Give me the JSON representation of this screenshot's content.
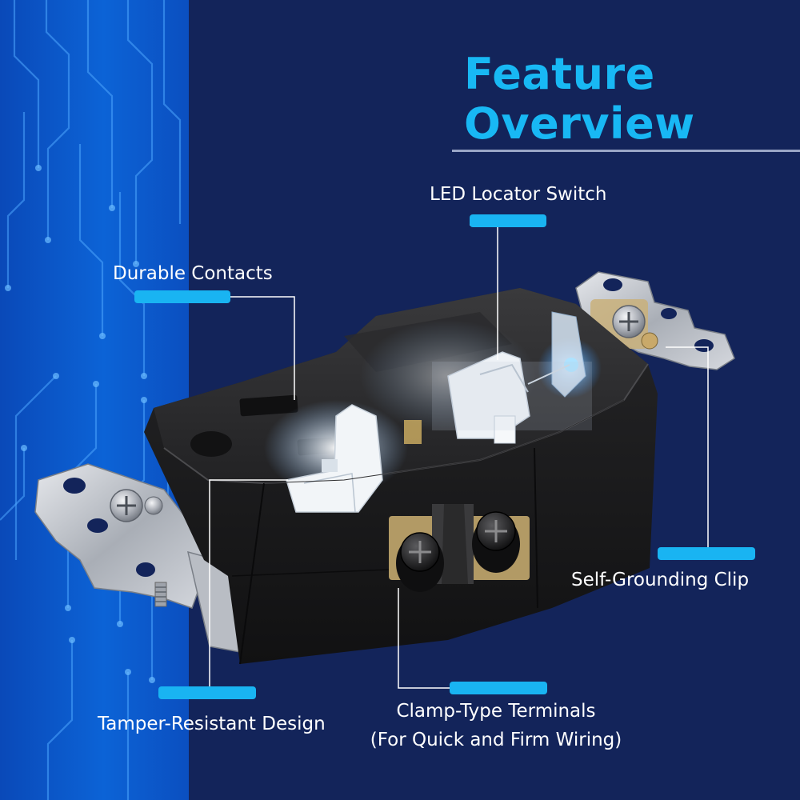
{
  "title": {
    "line1": "Feature",
    "line2": "Overview"
  },
  "callouts": {
    "led_locator_switch": "LED Locator Switch",
    "durable_contacts": "Durable Contacts",
    "self_grounding_clip": "Self-Grounding Clip",
    "tamper_resistant_design": "Tamper-Resistant Design",
    "clamp_type_terminals_line1": "Clamp-Type Terminals",
    "clamp_type_terminals_line2": "(For Quick and Firm Wiring)"
  },
  "colors": {
    "background_navy": "#13245a",
    "left_panel_blue": "#0a55c8",
    "accent_cyan": "#19b4f2",
    "title_blue": "#18b8f4",
    "label_white": "#ffffff",
    "rule_gray": "#9aa6c6"
  }
}
